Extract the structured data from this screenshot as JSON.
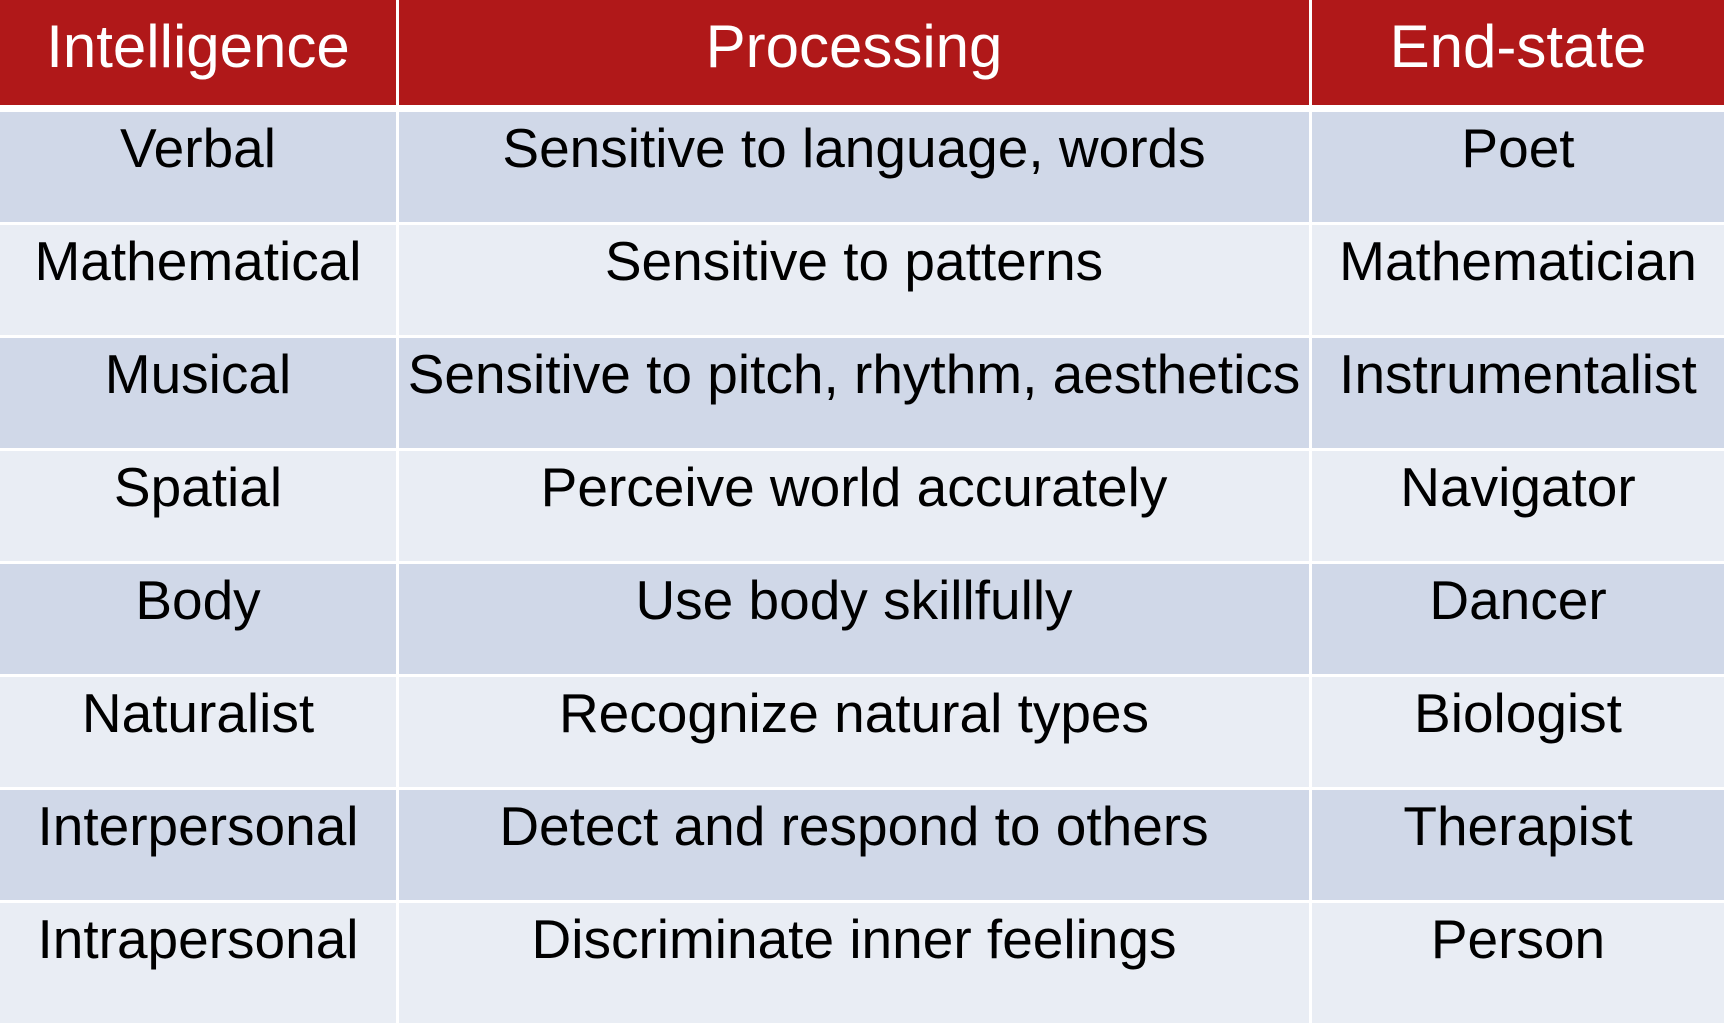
{
  "colors": {
    "header_bg": "#B01819",
    "header_text": "#FFFFFF",
    "row_odd_bg": "#D0D8E8",
    "row_even_bg": "#E9EDF4",
    "body_text": "#000000",
    "grid_lines": "#FFFFFF"
  },
  "table": {
    "headers": [
      "Intelligence",
      "Processing",
      "End-state"
    ],
    "rows": [
      [
        "Verbal",
        "Sensitive to language, words",
        "Poet"
      ],
      [
        "Mathematical",
        "Sensitive to patterns",
        "Mathematician"
      ],
      [
        "Musical",
        "Sensitive to pitch, rhythm, aesthetics",
        "Instrumentalist"
      ],
      [
        "Spatial",
        "Perceive world accurately",
        "Navigator"
      ],
      [
        "Body",
        "Use body skillfully",
        "Dancer"
      ],
      [
        "Naturalist",
        "Recognize natural types",
        "Biologist"
      ],
      [
        "Interpersonal",
        "Detect and respond to others",
        "Therapist"
      ],
      [
        "Intrapersonal",
        "Discriminate inner feelings",
        "Person"
      ]
    ]
  }
}
